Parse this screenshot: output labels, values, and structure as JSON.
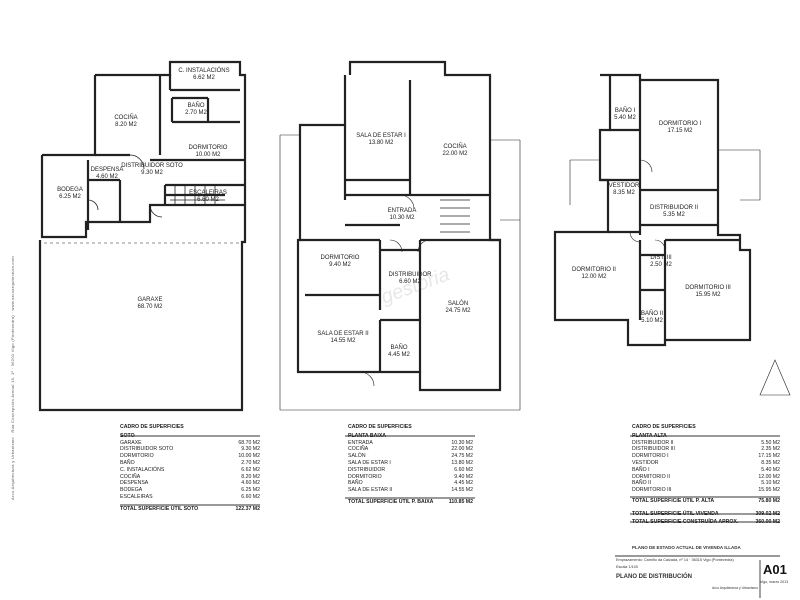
{
  "side_text": "Arco Arquitectura y Urbanismo · Rúa Concepción Arenal 15, 1º · 36201 Vigo (Pontevedra) · www.arcoarquitectura.com",
  "plans": {
    "soto": [
      {
        "id": "c-instalacions",
        "name": "C. INSTALACIÓNS",
        "area": "6.62 M2"
      },
      {
        "id": "cocina",
        "name": "COCIÑA",
        "area": "8.20 M2"
      },
      {
        "id": "bano",
        "name": "BAÑO",
        "area": "2.70 M2"
      },
      {
        "id": "dormitorio",
        "name": "DORMITORIO",
        "area": "10.00 M2"
      },
      {
        "id": "distribuidor",
        "name": "DISTRIBUIDOR SOTO",
        "area": "9.30 M2"
      },
      {
        "id": "despensa",
        "name": "DESPENSA",
        "area": "4.60 M2"
      },
      {
        "id": "bodega",
        "name": "BODEGA",
        "area": "6.25 M2"
      },
      {
        "id": "escaleiras",
        "name": "ESCALEIRAS",
        "area": "6.60 M2"
      },
      {
        "id": "garaxe",
        "name": "GARAXE",
        "area": "68.70 M2"
      }
    ],
    "baixa": [
      {
        "id": "sala-estar-i",
        "name": "SALA DE ESTAR I",
        "area": "13.80 M2"
      },
      {
        "id": "cocina",
        "name": "COCIÑA",
        "area": "22.00 M2"
      },
      {
        "id": "entrada",
        "name": "ENTRADA",
        "area": "10.30 M2"
      },
      {
        "id": "dormitorio",
        "name": "DORMITORIO",
        "area": "9.40 M2"
      },
      {
        "id": "distribuidor",
        "name": "DISTRIBUIDOR",
        "area": "6.60 M2"
      },
      {
        "id": "salon",
        "name": "SALÓN",
        "area": "24.75 M2"
      },
      {
        "id": "sala-estar-ii",
        "name": "SALA DE ESTAR II",
        "area": "14.55 M2"
      },
      {
        "id": "bano",
        "name": "BAÑO",
        "area": "4.45 M2"
      }
    ],
    "alta": [
      {
        "id": "bano-i",
        "name": "BAÑO I",
        "area": "5.40 M2"
      },
      {
        "id": "dormitorio-i",
        "name": "DORMITORIO I",
        "area": "17.15 M2"
      },
      {
        "id": "vestidor",
        "name": "VESTIDOR",
        "area": "8.35 M2"
      },
      {
        "id": "distribuidor-ii",
        "name": "DISTRIBUIDOR II",
        "area": "5.35 M2"
      },
      {
        "id": "dormitorio-ii",
        "name": "DORMITORIO II",
        "area": "12.00 M2"
      },
      {
        "id": "dist-iii",
        "name": "DIST. III",
        "area": "2.50 M2"
      },
      {
        "id": "dormitorio-iii",
        "name": "DORMITORIO III",
        "area": "15.95 M2"
      },
      {
        "id": "bano-ii",
        "name": "BAÑO II",
        "area": "5.10 M2"
      }
    ]
  },
  "watermark": "gestoria",
  "tables": {
    "soto": {
      "title": "CADRO DE SUPERFICIES",
      "section": "SOTO",
      "rows": [
        {
          "label": "GARAXE",
          "value": "68.70 M2"
        },
        {
          "label": "DISTRIBUIDOR SOTO",
          "value": "9.30 M2"
        },
        {
          "label": "DORMITORIO",
          "value": "10.00 M2"
        },
        {
          "label": "BAÑO",
          "value": "2.70 M2"
        },
        {
          "label": "C. INSTALACIÓNS",
          "value": "6.62 M2"
        },
        {
          "label": "COCIÑA",
          "value": "8.20 M2"
        },
        {
          "label": "DESPENSA",
          "value": "4.60 M2"
        },
        {
          "label": "BODEGA",
          "value": "6.25 M2"
        },
        {
          "label": "ESCALEIRAS",
          "value": "6.60 M2"
        }
      ],
      "total_label": "TOTAL SUPERFICIE ÚTIL SOTO",
      "total_value": "122.37 M2"
    },
    "baixa": {
      "title": "CADRO DE SUPERFICIES",
      "section": "PLANTA BAIXA",
      "rows": [
        {
          "label": "ENTRADA",
          "value": "10.30 M2"
        },
        {
          "label": "COCIÑA",
          "value": "22.00 M2"
        },
        {
          "label": "SALÓN",
          "value": "24.75 M2"
        },
        {
          "label": "SALA DE ESTAR I",
          "value": "13.80 M2"
        },
        {
          "label": "DISTRIBUIDOR",
          "value": "6.60 M2"
        },
        {
          "label": "DORMITORIO",
          "value": "9.40 M2"
        },
        {
          "label": "BAÑO",
          "value": "4.45 M2"
        },
        {
          "label": "SALA DE ESTAR II",
          "value": "14.55 M2"
        }
      ],
      "total_label": "TOTAL SUPERFICIE ÚTIL P. BAIXA",
      "total_value": "110.85 M2"
    },
    "alta": {
      "title": "CADRO DE SUPERFICIES",
      "section": "PLANTA ALTA",
      "rows": [
        {
          "label": "DISTRIBUIDOR II",
          "value": "5.50 M2"
        },
        {
          "label": "DISTRIBUIDOR III",
          "value": "2.35 M2"
        },
        {
          "label": "DORMITORIO I",
          "value": "17.15 M2"
        },
        {
          "label": "VESTIDOR",
          "value": "8.35 M2"
        },
        {
          "label": "BAÑO I",
          "value": "5.40 M2"
        },
        {
          "label": "DORMITORIO II",
          "value": "12.00 M2"
        },
        {
          "label": "BAÑO II",
          "value": "5.10 M2"
        },
        {
          "label": "DORMITORIO III",
          "value": "15.95 M2"
        }
      ],
      "total_label": "TOTAL SUPERFICIE ÚTIL P. ALTA",
      "total_value": "75.80 M2"
    }
  },
  "summary": {
    "util_label": "TOTAL SUPERFICIE ÚTIL VIVENDA",
    "util_value": "309.02 M2",
    "constr_label": "TOTAL SUPERFICIE CONSTRUÍDA APROX.",
    "constr_value": "360.00 M2"
  },
  "title_block": {
    "project": "PLANO DE ESTADO ACTUAL DE VIVENDA ILLADA",
    "small1": "Emprazamento: Camiño da Calzada, nº 14 · 36315 Vigo (Pontevedra)",
    "small2": "Escala 1/100",
    "sheet_title": "PLANO DE DISTRIBUCIÓN",
    "code": "A01",
    "date": "Vigo, marzo 2013",
    "author": "Arco Arquitectura y Urbanismo"
  }
}
